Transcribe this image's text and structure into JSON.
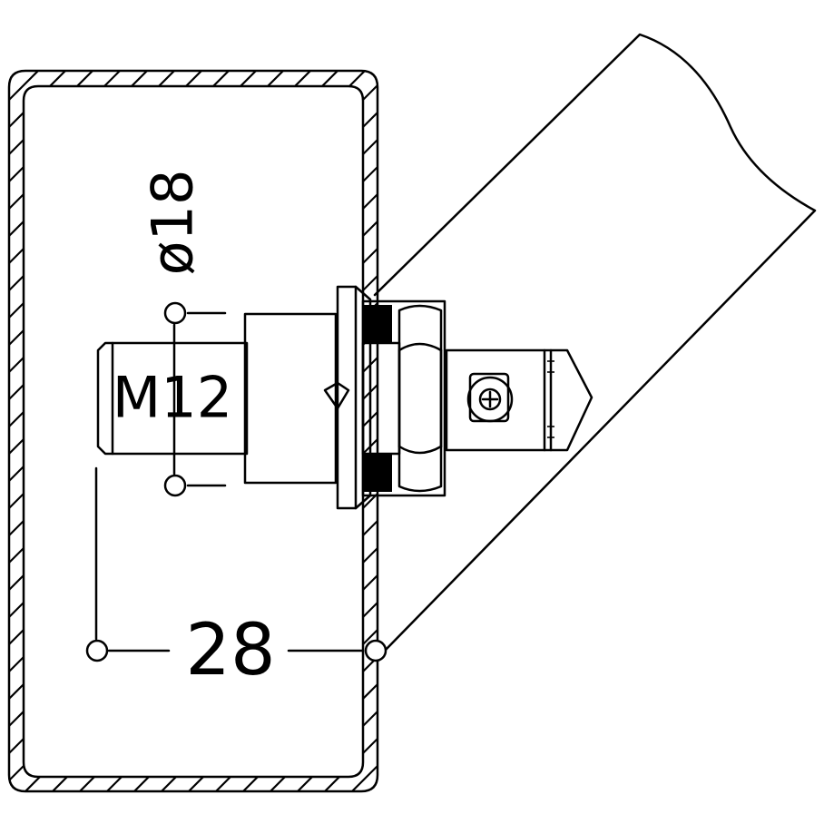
{
  "drawing": {
    "labels": {
      "thread": "M12",
      "diameter": "ø18",
      "length": "28"
    }
  }
}
